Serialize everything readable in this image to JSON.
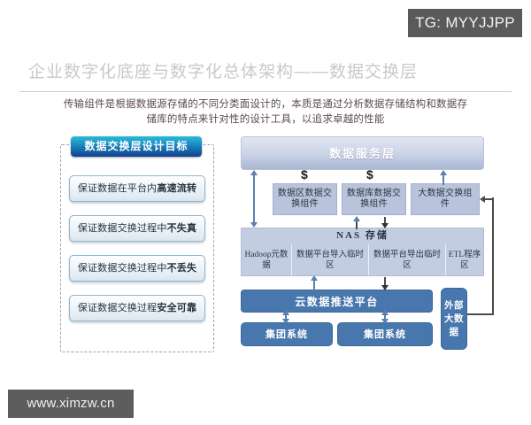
{
  "watermarks": {
    "top_badge": "TG: MYYJJPP",
    "bottom_site": "www.ximzw.cn"
  },
  "header": {
    "title": "企业数字化底座与数字化总体架构——数据交换层",
    "subtitle_line1": "传输组件是根据数据源存储的不同分类面设计的，本质是通过分析数据存储结构和数据存",
    "subtitle_line2": "储库的特点来针对性的设计工具，以追求卓越的性能"
  },
  "goals_panel": {
    "header_label": "数据交换层设计目标",
    "items": [
      {
        "prefix": "保证数据在平台内",
        "emphasis": "高速流转"
      },
      {
        "prefix": "保证数据交换过程中",
        "emphasis": "不失真"
      },
      {
        "prefix": "保证数据交换过程中",
        "emphasis": "不丢失"
      },
      {
        "prefix": "保证数据交换过程",
        "emphasis": "安全可靠"
      }
    ]
  },
  "architecture": {
    "service_layer": "数据服务层",
    "cost_markers": [
      "$",
      "$"
    ],
    "exchange_components": [
      "数据区数据交换组件",
      "数据库数据交换组件",
      "大数据交换组件"
    ],
    "storage": {
      "title": "NAS   存储",
      "cells": [
        "Hadoop元数据",
        "数据平台导入临时区",
        "数据平台导出临时区",
        "ETL程序区"
      ]
    },
    "cloud_platform": "云数据推送平台",
    "group_systems": [
      "集团系统",
      "集团系统"
    ],
    "external_source": "外部大数据"
  },
  "colors": {
    "goal_header_start": "#2bbcd8",
    "goal_header_end": "#123f8f",
    "service_layer": "#c9d2e6",
    "exchange_component": "#b9c4dc",
    "storage": "#c3cde1",
    "platform_blue": "#4877ae",
    "connector": "#5b7fb0",
    "title_gray": "#c9c9c9",
    "rule_mauve": "#d8c3cb",
    "watermark_gray": "#5d5d5d"
  }
}
